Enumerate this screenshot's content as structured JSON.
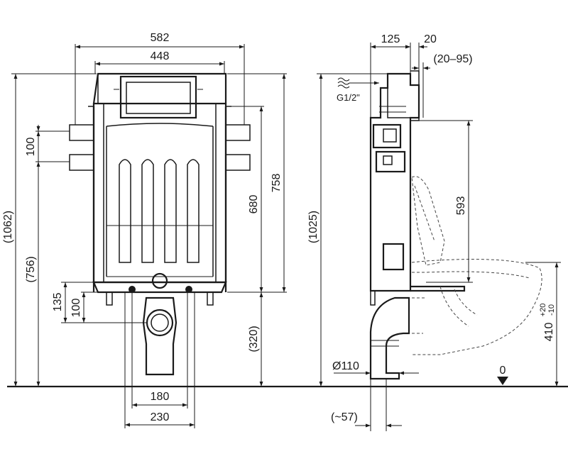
{
  "front_view": {
    "width_outer": "582",
    "width_inner": "448",
    "height_total": "(1062)",
    "height_from_floor": "(756)",
    "height_758": "758",
    "height_680": "680",
    "inlet_spacing": "100",
    "height_135": "135",
    "height_100": "100",
    "height_320": "(320)",
    "width_180": "180",
    "width_230": "230"
  },
  "side_view": {
    "depth": "125",
    "gap": "20",
    "wall_range": "(20–95)",
    "water_inlet": "G1/2\"",
    "height_1025": "(1025)",
    "height_593": "593",
    "waste_diameter": "Ø110",
    "offset": "(~57)",
    "bowl_height_value": "410",
    "bowl_tol_plus": "+20",
    "bowl_tol_minus": "-10",
    "floor_level": "0"
  }
}
